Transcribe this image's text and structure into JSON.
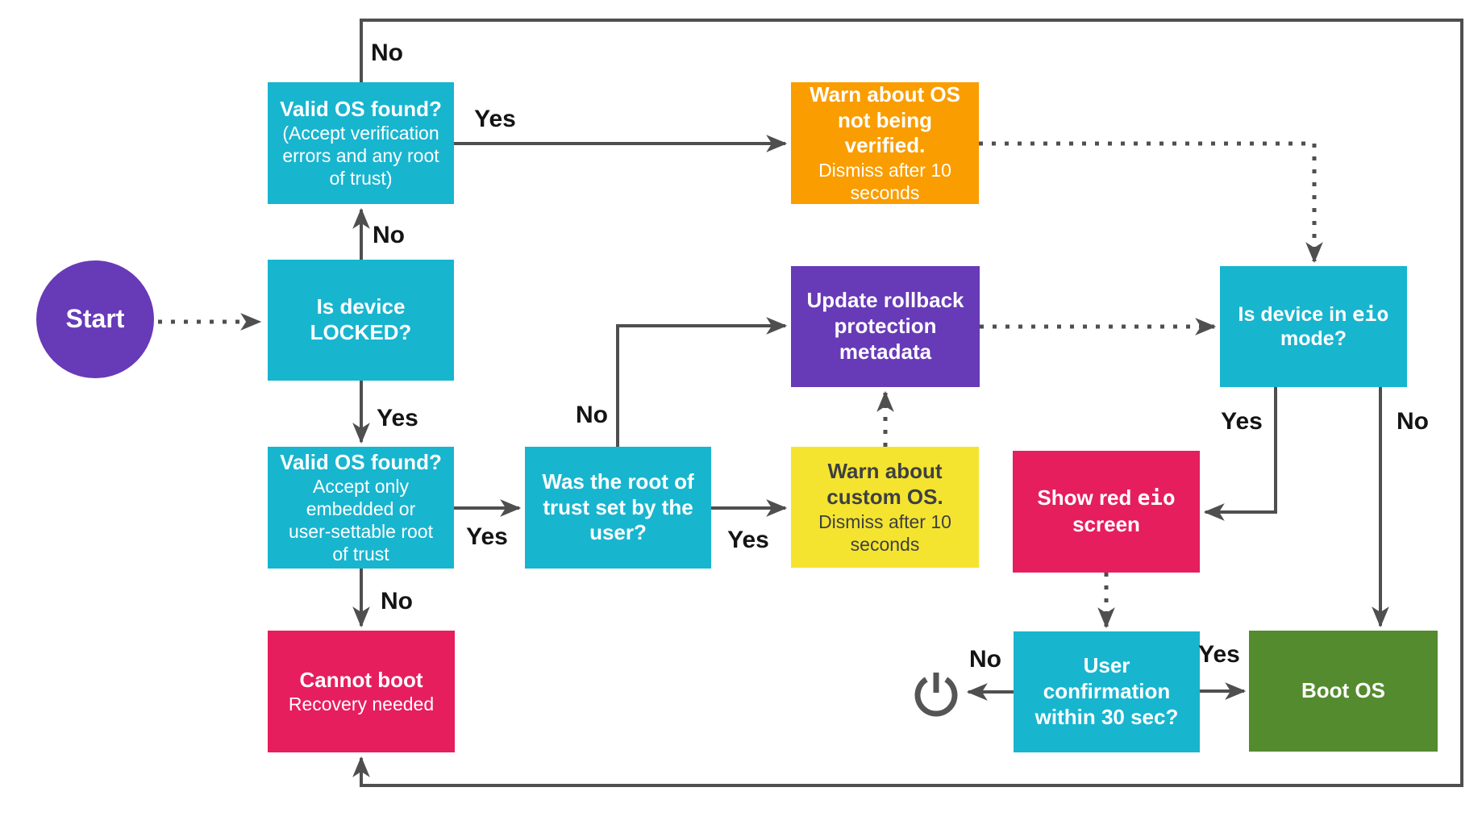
{
  "colors": {
    "cyan": "#18b5cf",
    "purple": "#673ab7",
    "orange": "#fa9d00",
    "yellow": "#f5e42f",
    "pink": "#e61e5e",
    "green": "#558b2f",
    "line_gray": "#4f4f4f",
    "label_black": "#141414",
    "text_light": "#ffffff",
    "text_dark": "#3d4043"
  },
  "nodes": {
    "start": {
      "label": "Start"
    },
    "valid_os_any": {
      "title": "Valid OS found?",
      "sub": [
        "(Accept verification",
        "errors and any root",
        "of trust)"
      ]
    },
    "is_locked": {
      "lines": [
        "Is device",
        "LOCKED?"
      ]
    },
    "valid_os_strict": {
      "title": "Valid OS found?",
      "sub": [
        "Accept only",
        "embedded or",
        "user-settable root",
        "of trust"
      ]
    },
    "cannot_boot": {
      "title": "Cannot boot",
      "sub": [
        "Recovery needed"
      ]
    },
    "root_of_trust": {
      "lines": [
        "Was the root of",
        "trust set by the",
        "user?"
      ]
    },
    "warn_custom": {
      "lines": [
        "Warn about",
        "custom OS."
      ],
      "sub": [
        "Dismiss after 10",
        "seconds"
      ]
    },
    "update_rollback": {
      "lines": [
        "Update rollback",
        "protection",
        "metadata"
      ]
    },
    "warn_not_verified": {
      "lines": [
        "Warn about OS",
        "not being",
        "verified."
      ],
      "sub": [
        "Dismiss after 10",
        "seconds"
      ]
    },
    "eio_mode": {
      "line1_pre": "Is device in ",
      "code": "eio",
      "line2": "mode?"
    },
    "show_red_eio": {
      "line1_pre": "Show red ",
      "code": "eio",
      "line2": "screen"
    },
    "user_confirmation": {
      "lines": [
        "User",
        "confirmation",
        "within 30 sec?"
      ]
    },
    "boot_os": {
      "title": "Boot OS"
    },
    "power": {
      "icon": "power-symbol"
    }
  },
  "edges": {
    "start_to_locked": {
      "from": "start",
      "to": "is_locked",
      "label": "",
      "style": "dotted"
    },
    "locked_no": {
      "from": "is_locked",
      "to": "valid_os_any",
      "label": "No",
      "style": "solid"
    },
    "loop_no": {
      "from": "valid_os_any",
      "to": "cannot_boot",
      "label": "No",
      "style": "solid"
    },
    "locked_yes": {
      "from": "is_locked",
      "to": "valid_os_strict",
      "label": "Yes",
      "style": "solid"
    },
    "any_yes": {
      "from": "valid_os_any",
      "to": "warn_not_verified",
      "label": "Yes",
      "style": "solid"
    },
    "warn_to_eio": {
      "from": "warn_not_verified",
      "to": "eio_mode",
      "label": "",
      "style": "dotted"
    },
    "strict_yes": {
      "from": "valid_os_strict",
      "to": "root_of_trust",
      "label": "Yes",
      "style": "solid"
    },
    "strict_no": {
      "from": "valid_os_strict",
      "to": "cannot_boot",
      "label": "No",
      "style": "solid"
    },
    "root_no": {
      "from": "root_of_trust",
      "to": "update_rollback",
      "label": "No",
      "style": "solid"
    },
    "root_yes": {
      "from": "root_of_trust",
      "to": "warn_custom",
      "label": "Yes",
      "style": "solid"
    },
    "custom_to_rollback": {
      "from": "warn_custom",
      "to": "update_rollback",
      "label": "",
      "style": "dotted"
    },
    "rollback_to_eio": {
      "from": "update_rollback",
      "to": "eio_mode",
      "label": "",
      "style": "dotted"
    },
    "eio_yes": {
      "from": "eio_mode",
      "to": "show_red_eio",
      "label": "Yes",
      "style": "solid"
    },
    "eio_no": {
      "from": "eio_mode",
      "to": "boot_os",
      "label": "No",
      "style": "solid"
    },
    "red_to_confirm": {
      "from": "show_red_eio",
      "to": "user_confirmation",
      "label": "",
      "style": "dotted"
    },
    "conf_no": {
      "from": "user_confirmation",
      "to": "power",
      "label": "No",
      "style": "solid"
    },
    "conf_yes": {
      "from": "user_confirmation",
      "to": "boot_os",
      "label": "Yes",
      "style": "solid"
    }
  }
}
